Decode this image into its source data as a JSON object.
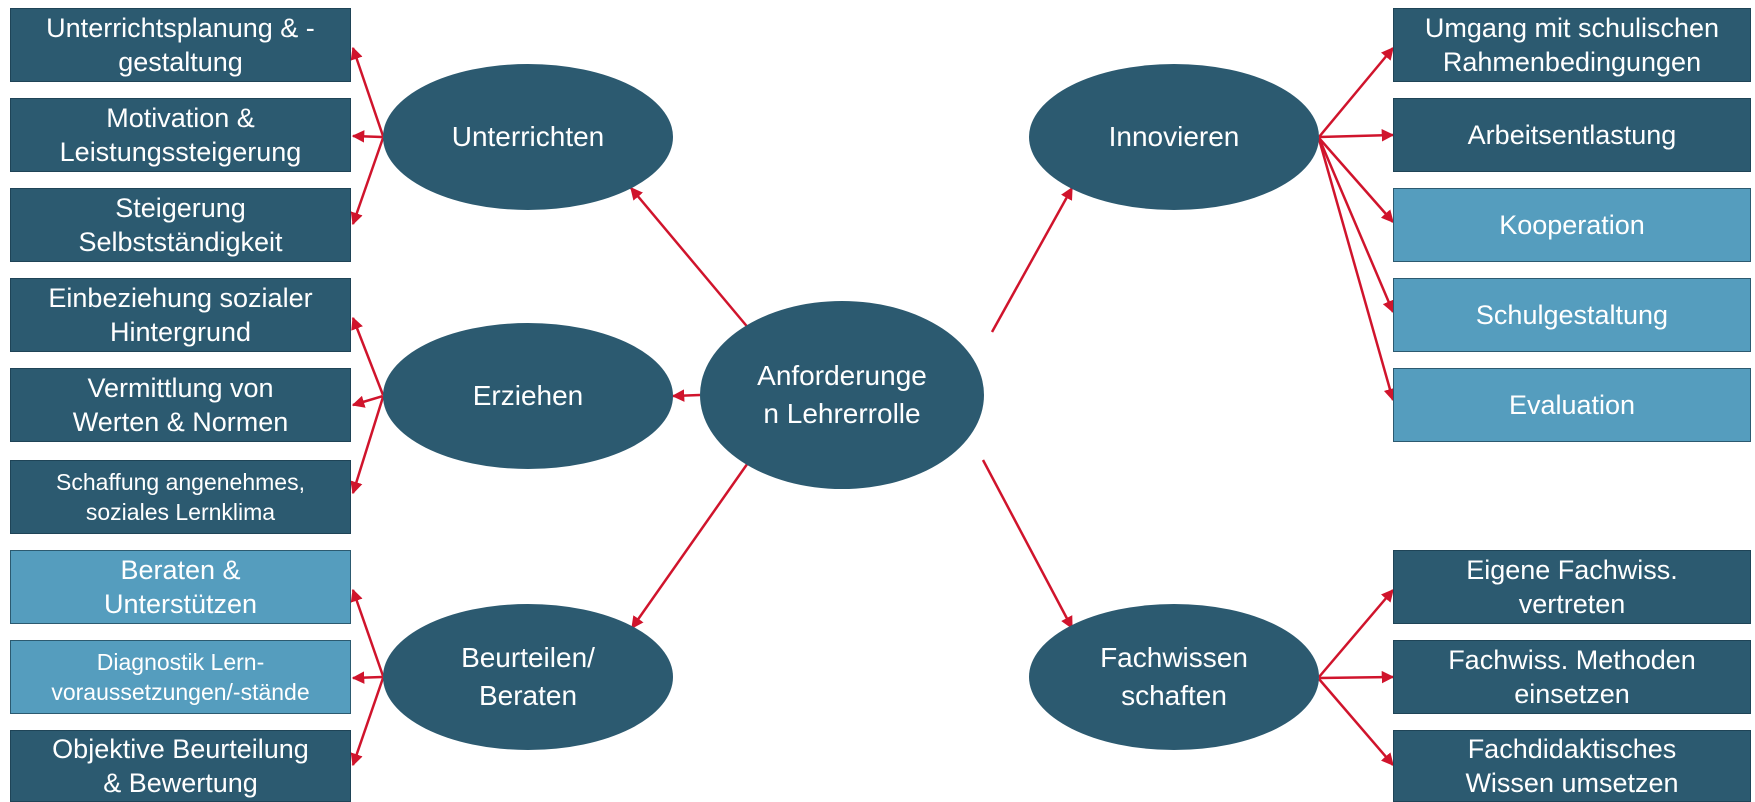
{
  "center": "Anforderunge\nn Lehrerrolle",
  "nodes": {
    "unterrichten": "Unterrichten",
    "erziehen": "Erziehen",
    "beurteilen": "Beurteilen/\nBeraten",
    "innovieren": "Innovieren",
    "fachwissen": "Fachwissen\nschaften"
  },
  "boxes": {
    "unterrichtsplanung": "Unterrichtsplanung & -\ngestaltung",
    "motivation": "Motivation &\nLeistungssteigerung",
    "selbststaendigkeit": "Steigerung\nSelbstständigkeit",
    "einbeziehung": "Einbeziehung sozialer\nHintergrund",
    "werte": "Vermittlung von\nWerten & Normen",
    "lernklima": "Schaffung angenehmes,\nsoziales Lernklima",
    "beraten": "Beraten &\nUnterstützen",
    "diagnostik": "Diagnostik Lern-\nvoraussetzungen/-stände",
    "objektive": "Objektive Beurteilung\n& Bewertung",
    "rahmen": "Umgang mit schulischen\nRahmenbedingungen",
    "arbeitsentlastung": "Arbeitsentlastung",
    "kooperation": "Kooperation",
    "schulgestaltung": "Schulgestaltung",
    "evaluation": "Evaluation",
    "eigene": "Eigene Fachwiss.\nvertreten",
    "methoden": "Fachwiss. Methoden\neinsetzen",
    "fachdidaktik": "Fachdidaktisches\nWissen umsetzen"
  },
  "colors": {
    "dark_fill": "#2c5a70",
    "light_fill": "#559dbe",
    "arrow": "#d0142c",
    "text": "#ffffff"
  }
}
